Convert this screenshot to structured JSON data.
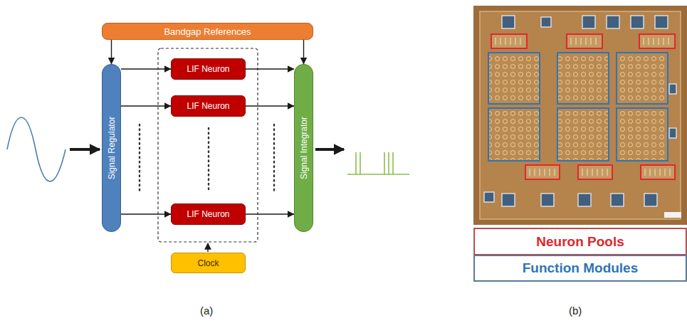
{
  "diagram": {
    "nodes": [
      {
        "text": [
          "Bandgap References"
        ]
      },
      {
        "text": [
          "Signal Regulator"
        ]
      },
      {
        "text": [
          "LIF Neuron"
        ]
      },
      {
        "text": [
          "LIF Neuron"
        ]
      },
      {
        "text": [
          "LIF Neuron"
        ]
      },
      {
        "text": [
          "Signal Integrator"
        ]
      },
      {
        "text": [
          "Clock"
        ]
      }
    ],
    "edges": [
      {
        "from": 0,
        "to": 1,
        "arrow": "to"
      },
      {
        "from": 0,
        "to": 5,
        "arrow": "to"
      },
      {
        "from": 1,
        "to": 2,
        "arrow": "to"
      },
      {
        "from": 1,
        "to": 3,
        "arrow": "to"
      },
      {
        "from": 1,
        "to": 4,
        "arrow": "to"
      },
      {
        "from": 2,
        "to": 5,
        "arrow": "to"
      },
      {
        "from": 3,
        "to": 5,
        "arrow": "to"
      },
      {
        "from": 4,
        "to": 5,
        "arrow": "to"
      }
    ],
    "labels": [
      "(a)",
      "(b)"
    ],
    "legend": [
      {
        "text": "Neuron Pools",
        "color": "#e0282d"
      },
      {
        "text": "Function Modules",
        "color": "#2e75b6"
      }
    ]
  }
}
